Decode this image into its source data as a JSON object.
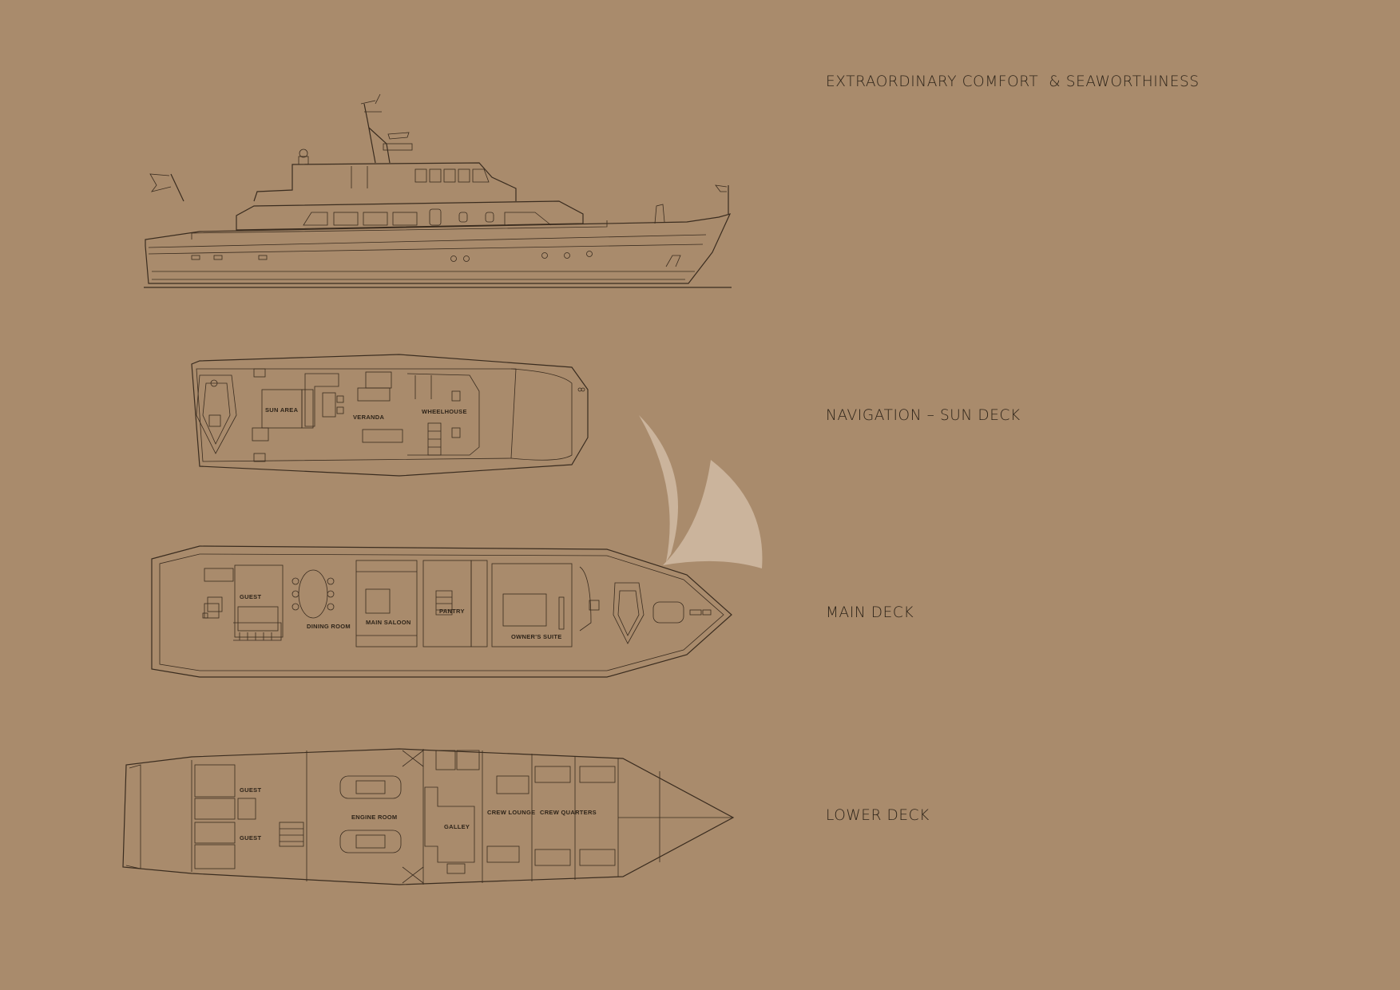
{
  "labels": {
    "title": "EXTRAORDINARY COMFORT  & SEAWORTHINESS",
    "navigation": "NAVIGATION – SUN DECK",
    "main_deck": "MAIN DECK",
    "lower_deck": "LOWER DECK"
  },
  "rooms": {
    "sun_area": "SUN AREA",
    "veranda": "VERANDA",
    "wheelhouse": "WHEELHOUSE",
    "guest": "GUEST",
    "dining_room": "DINING ROOM",
    "main_saloon": "MAIN SALOON",
    "pantry": "PANTRY",
    "owners_suite": "OWNER'S SUITE",
    "engine_room": "ENGINE ROOM",
    "galley": "GALLEY",
    "crew_lounge": "CREW LOUNGE",
    "crew_quarters": "CREW QUARTERS"
  },
  "colors": {
    "background": "#a98b6c",
    "line": "#3a2c1f",
    "sail_logo": "#cbb49c"
  }
}
